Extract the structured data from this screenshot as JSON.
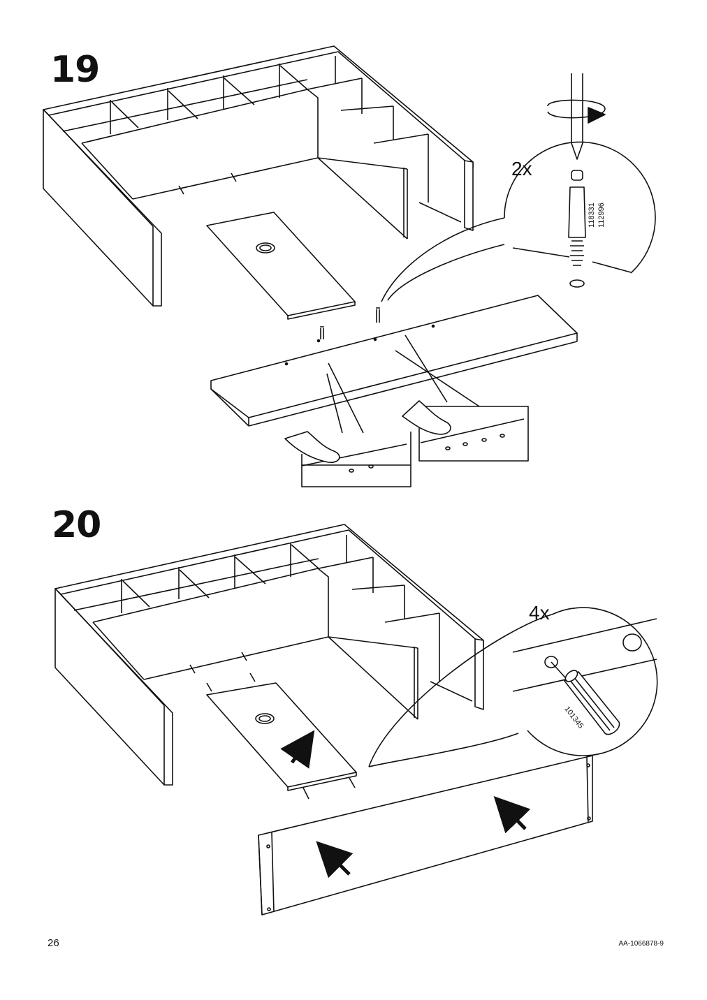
{
  "steps": [
    {
      "number": "19",
      "detail": {
        "quantity": "2x",
        "part_numbers": [
          "118331",
          "112996"
        ]
      }
    },
    {
      "number": "20",
      "detail": {
        "quantity": "4x",
        "part_numbers": [
          "101345"
        ]
      }
    }
  ],
  "footer": {
    "page_number": "26",
    "document_id": "AA-1066878-9"
  },
  "icons": [
    "rotate-arrow-icon",
    "screwdriver-icon",
    "pointing-hand-icon",
    "arrow-icon",
    "wooden-dowel-icon",
    "cam-screw-icon"
  ]
}
